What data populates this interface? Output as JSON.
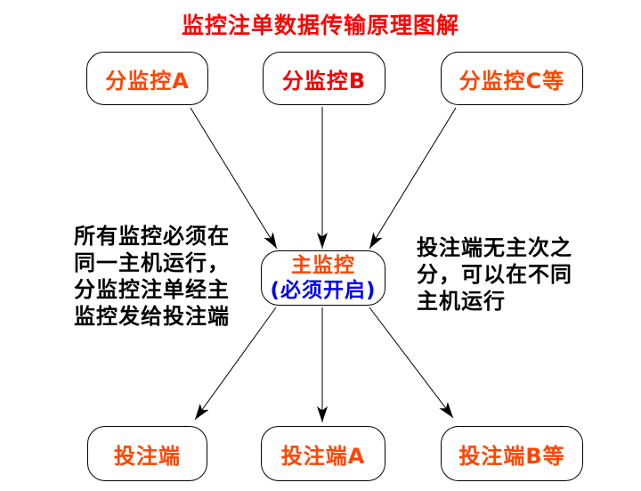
{
  "title": "监控注单数据传输原理图解",
  "colors": {
    "title": "#ff0000",
    "black": "#000000",
    "background": "#ffffff",
    "node_border": "#000000"
  },
  "nodes": {
    "top": [
      {
        "label": "分监控A",
        "text_color": "#ff4500"
      },
      {
        "label": "分监控B",
        "text_color": "#f00000"
      },
      {
        "label": "分监控C等",
        "text_color": "#ff4500"
      }
    ],
    "center": {
      "label": "主监控",
      "label_color": "#ff4500",
      "sublabel": "(必须开启)",
      "sublabel_color": "#0000ee"
    },
    "bottom": [
      {
        "label": "投注端",
        "text_color": "#ff4500"
      },
      {
        "label": "投注端A",
        "text_color": "#ff4500"
      },
      {
        "label": "投注端B等",
        "text_color": "#ff4500"
      }
    ]
  },
  "notes": {
    "left": "所有监控必须在\n同一主机运行，\n分监控注单经主\n监控发给投注端",
    "left_color": "#000000",
    "right": "投注端无主次之\n分，可以在不同\n主机运行",
    "right_color": "#000000"
  },
  "edges": [
    {
      "from": "分监控A",
      "to": "主监控"
    },
    {
      "from": "分监控B",
      "to": "主监控"
    },
    {
      "from": "分监控C等",
      "to": "主监控"
    },
    {
      "from": "主监控",
      "to": "投注端"
    },
    {
      "from": "主监控",
      "to": "投注端A"
    },
    {
      "from": "主监控",
      "to": "投注端B等"
    }
  ]
}
